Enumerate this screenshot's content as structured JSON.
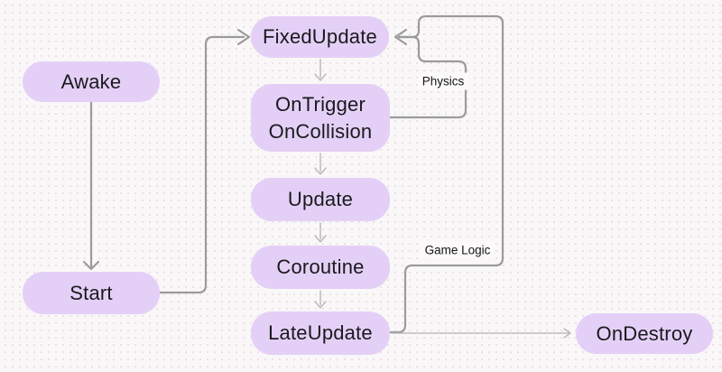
{
  "diagram": {
    "nodes": {
      "awake": {
        "label": "Awake"
      },
      "start": {
        "label": "Start"
      },
      "fixed_update": {
        "label": "FixedUpdate"
      },
      "on_trigger": {
        "label_line1": "OnTrigger",
        "label_line2": "OnCollision"
      },
      "update": {
        "label": "Update"
      },
      "coroutine": {
        "label": "Coroutine"
      },
      "late_update": {
        "label": "LateUpdate"
      },
      "on_destroy": {
        "label": "OnDestroy"
      }
    },
    "edge_labels": {
      "physics": "Physics",
      "game_logic": "Game Logic"
    },
    "edges": [
      "Awake -> Start",
      "Start -> FixedUpdate",
      "FixedUpdate -> OnTrigger/OnCollision",
      "OnTrigger/OnCollision -> FixedUpdate (Physics loop)",
      "OnTrigger/OnCollision -> Update",
      "Update -> Coroutine",
      "Coroutine -> LateUpdate",
      "LateUpdate -> FixedUpdate (Game Logic loop)",
      "LateUpdate -> OnDestroy"
    ],
    "colors": {
      "node_fill": "#e4d0f6",
      "node_text": "#1a1a1e",
      "connector_strong": "#9b9b9b",
      "connector_light": "#b1afb2",
      "canvas_bg": "#f9f7f8",
      "canvas_dot": "#e9dce2"
    }
  }
}
